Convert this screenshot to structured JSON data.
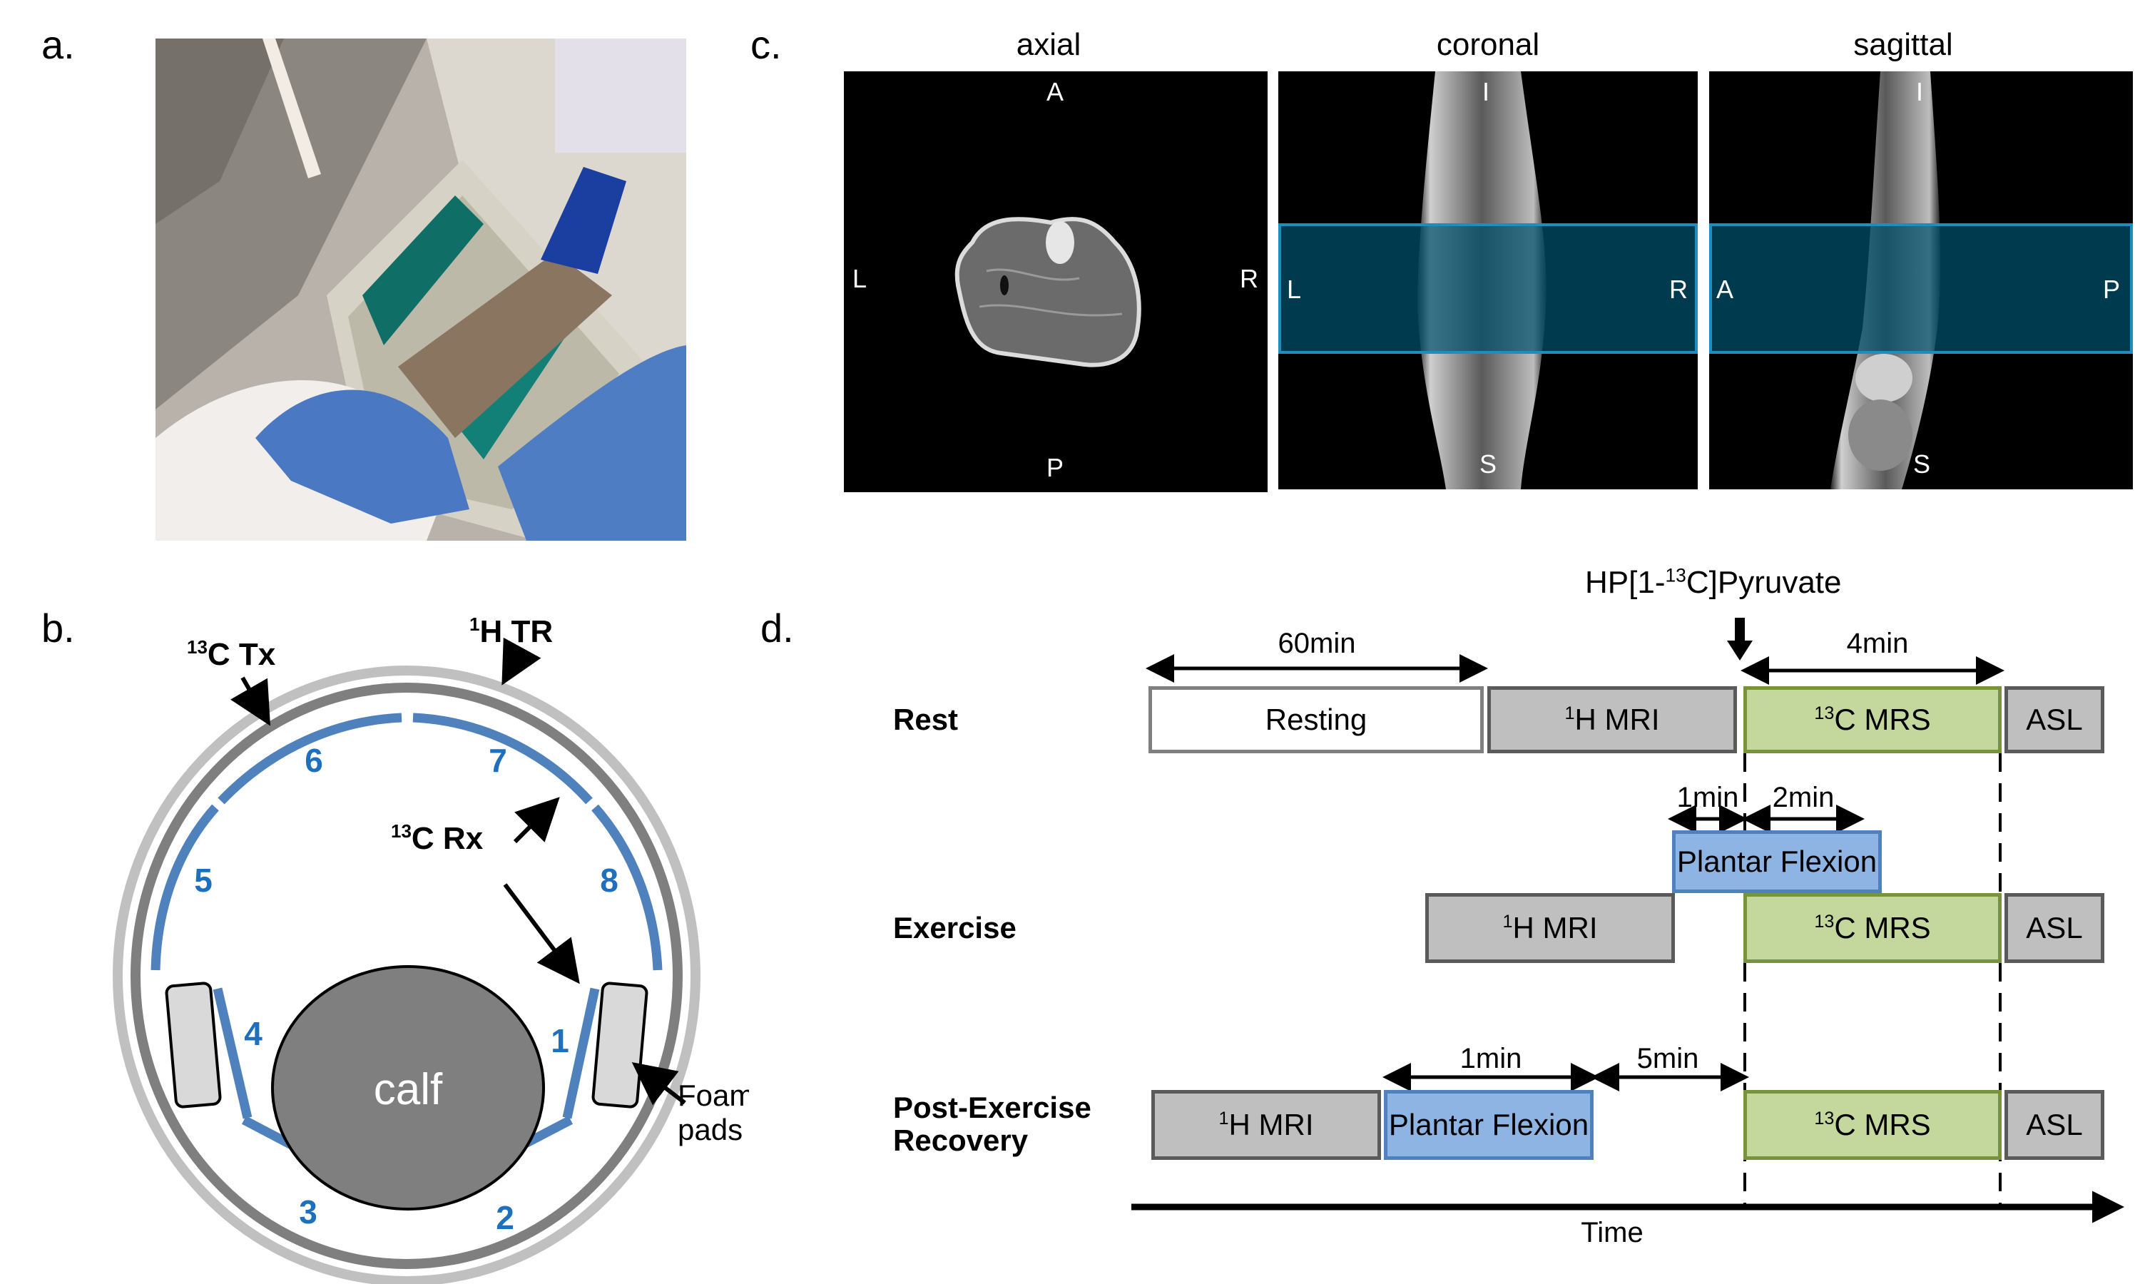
{
  "panels": {
    "a": {
      "label": "a.",
      "photo_description": "Subject's calf positioned in 13C coil array inside MRI scanner"
    },
    "b": {
      "label": "b.",
      "coil_labels": {
        "c13_tx": {
          "sup": "13",
          "text": "C Tx"
        },
        "h1_tr": {
          "sup": "1",
          "text": "H TR"
        },
        "c13_rx": {
          "sup": "13",
          "text": "C Rx"
        }
      },
      "channel_numbers": [
        "1",
        "2",
        "3",
        "4",
        "5",
        "6",
        "7",
        "8"
      ],
      "calf_label": "calf",
      "foam_label_line1": "Foam",
      "foam_label_line2": "pads",
      "colors": {
        "channel": "#4f81bd",
        "channel_text": "#1f6fbf",
        "inner_ring": "#7f7f7f",
        "outer_ring": "#c0c0c0",
        "calf": "#7f7f7f",
        "foam": "#d9d9d9"
      }
    },
    "c": {
      "label": "c.",
      "views": [
        {
          "title": "axial",
          "top": "A",
          "bottom": "P",
          "left": "L",
          "right": "R",
          "band": false
        },
        {
          "title": "coronal",
          "top": "I",
          "bottom": "S",
          "left": "L",
          "right": "R",
          "band": true
        },
        {
          "title": "sagittal",
          "top": "I",
          "bottom": "S",
          "left": "A",
          "right": "P",
          "band": true
        }
      ],
      "band_color": "#1c8fc0"
    },
    "d": {
      "label": "d.",
      "injection_label": {
        "prefix": "HP[1-",
        "sup": "13",
        "suffix": "C]Pyruvate"
      },
      "rows": [
        {
          "name": "Rest",
          "blocks": [
            {
              "type": "white",
              "text": "Resting"
            },
            {
              "type": "grey",
              "sup": "1",
              "text": "H MRI"
            },
            {
              "type": "green",
              "sup": "13",
              "text": "C MRS"
            },
            {
              "type": "grey",
              "text": "ASL"
            }
          ],
          "durations": [
            "60min",
            "4min"
          ]
        },
        {
          "name": "Exercise",
          "blocks": [
            {
              "type": "blue",
              "text": "Plantar Flexion"
            },
            {
              "type": "grey",
              "sup": "1",
              "text": "H MRI"
            },
            {
              "type": "green",
              "sup": "13",
              "text": "C MRS"
            },
            {
              "type": "grey",
              "text": "ASL"
            }
          ],
          "durations": [
            "1min",
            "2min"
          ]
        },
        {
          "name_line1": "Post-Exercise",
          "name_line2": "Recovery",
          "blocks": [
            {
              "type": "grey",
              "sup": "1",
              "text": "H MRI"
            },
            {
              "type": "blue",
              "text": "Plantar Flexion"
            },
            {
              "type": "green",
              "sup": "13",
              "text": "C MRS"
            },
            {
              "type": "grey",
              "text": "ASL"
            }
          ],
          "durations": [
            "1min",
            "5min"
          ]
        }
      ],
      "time_axis_label": "Time",
      "colors": {
        "grey": "#bfbfbf",
        "green": "#c4d79c",
        "blue": "#8eb4e3",
        "white": "#ffffff"
      }
    }
  }
}
